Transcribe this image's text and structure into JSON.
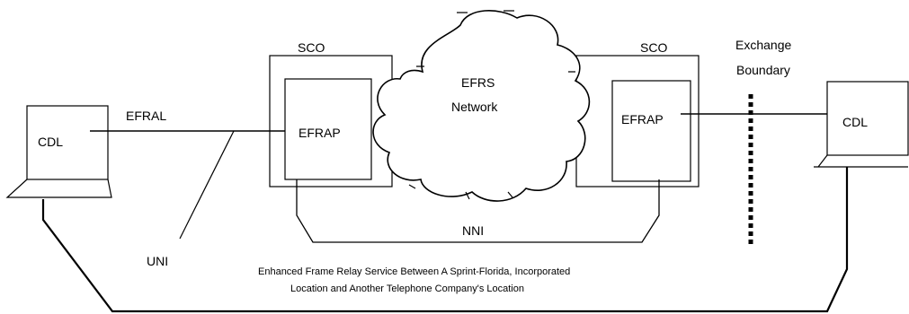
{
  "labels": {
    "cdl_left": "CDL",
    "cdl_right": "CDL",
    "efral": "EFRAL",
    "uni": "UNI",
    "sco_left": "SCO",
    "sco_right": "SCO",
    "efrap_left": "EFRAP",
    "efrap_right": "EFRAP",
    "efrs_line1": "EFRS",
    "efrs_line2": "Network",
    "nni": "NNI",
    "exchange_line1": "Exchange",
    "exchange_line2": "Boundary"
  },
  "caption": {
    "line1": "Enhanced Frame Relay Service Between A Sprint-Florida, Incorporated",
    "line2": "Location and Another Telephone Company's Location"
  }
}
